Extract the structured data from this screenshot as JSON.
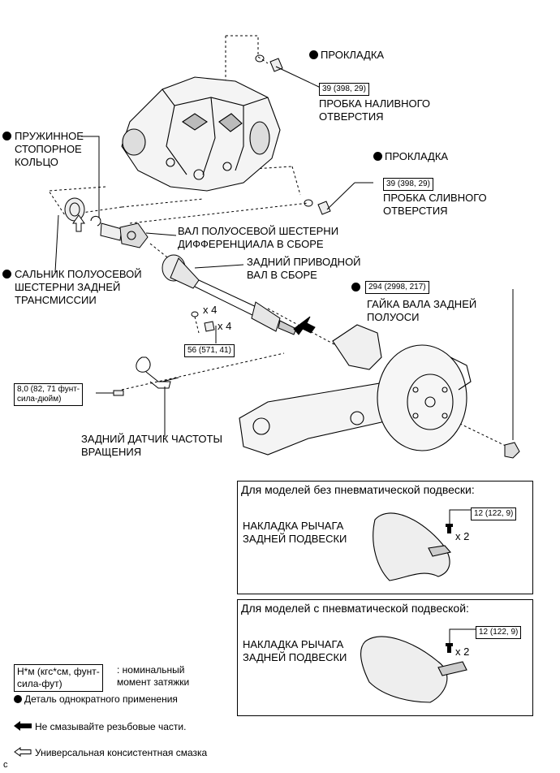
{
  "labels": {
    "gasket_top": "ПРОКЛАДКА",
    "torque_fill": "39 (398, 29)",
    "fill_plug": "ПРОБКА НАЛИВНОГО\nОТВЕРСТИЯ",
    "gasket_mid": "ПРОКЛАДКА",
    "torque_drain": "39 (398, 29)",
    "drain_plug": "ПРОБКА СЛИВНОГО\nОТВЕРСТИЯ",
    "snap_ring": "ПРУЖИННОЕ\nСТОПОРНОЕ\nКОЛЬЦО",
    "side_gear_shaft": "ВАЛ ПОЛУОСЕВОЙ ШЕСТЕРНИ\nДИФФЕРЕНЦИАЛА В СБОРЕ",
    "drive_shaft": "ЗАДНИЙ ПРИВОДНОЙ\nВАЛ В СБОРЕ",
    "oil_seal": "САЛЬНИК ПОЛУОСЕВОЙ\nШЕСТЕРНИ ЗАДНЕЙ\nТРАНСМИССИИ",
    "torque_nut": "294 (2998, 217)",
    "axle_nut": "ГАЙКА ВАЛА ЗАДНЕЙ\nПОЛУОСИ",
    "qty_x4_a": "x 4",
    "qty_x4_b": "x 4",
    "torque_bolts": "56 (571, 41)",
    "torque_sensor": "8,0 (82, 71 фунт-\nсила-дюйм)",
    "speed_sensor": "ЗАДНИЙ ДАТЧИК ЧАСТОТЫ\nВРАЩЕНИЯ"
  },
  "box1": {
    "title": "Для моделей без пневматической подвески:",
    "part": "НАКЛАДКА РЫЧАГА\nЗАДНЕЙ ПОДВЕСКИ",
    "torque": "12 (122, 9)",
    "qty": "x 2"
  },
  "box2": {
    "title": "Для моделей с пневматической подвеской:",
    "part": "НАКЛАДКА РЫЧАГА\nЗАДНЕЙ ПОДВЕСКИ",
    "torque": "12 (122, 9)",
    "qty": "x 2"
  },
  "legend": {
    "unit_box": "Н*м (кгс*см, фунт-\nсила-фут)",
    "unit_desc": ": номинальный\nмомент затяжки",
    "one_time": "Деталь однократного применения",
    "no_grease": "Не смазывайте резьбовые части.",
    "grease": "Универсальная консистентная смазка"
  },
  "corner": "c",
  "icons": [
    "filled-dot-icon",
    "filled-arrow-icon",
    "hollow-arrow-icon"
  ]
}
